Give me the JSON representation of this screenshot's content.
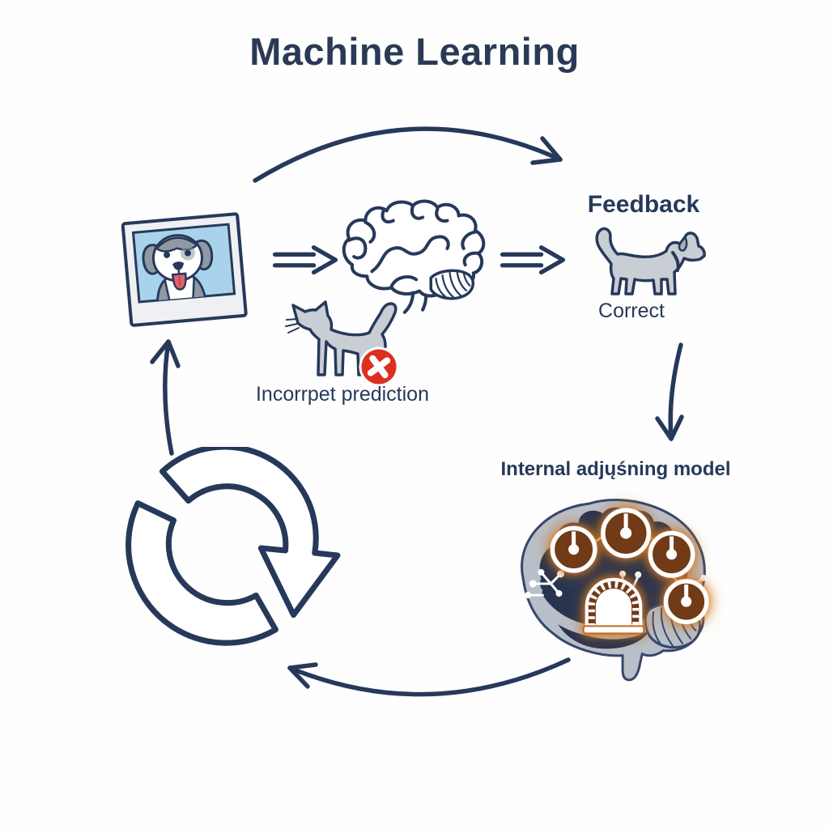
{
  "title": "Machine Learning",
  "labels": {
    "feedback_title": "Feedback",
    "correct": "Correct",
    "incorrect_prediction": "Incorrpet prediction",
    "internal_adjusting": "Internal adjųśning model"
  },
  "icons": {
    "input_photo": "dog-photo-icon",
    "model": "brain-icon",
    "wrong_output": "cat-with-error-badge-icon",
    "error_badge": "error-x-icon",
    "feedback_output": "dog-icon",
    "adjusting_model": "brain-gears-icon",
    "training_loop": "cycle-arrows-icon",
    "flow_arrow": "double-arrow-right-icon"
  },
  "colors": {
    "navy": "#27395A",
    "icon_gray": "#C9CED5",
    "photo_blue": "#A9D3EC",
    "error_red": "#DC2F1F",
    "glow_orange": "#E07F28",
    "gauge_brown": "#6F3A15",
    "inner_navy": "#263450",
    "brain_gray": "#B9BFC8",
    "background": "#FEFEFE"
  }
}
